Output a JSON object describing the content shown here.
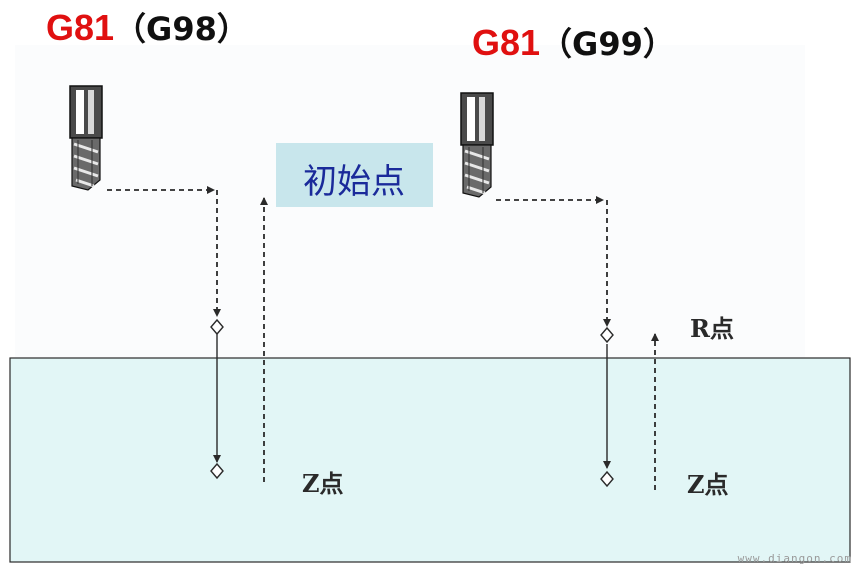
{
  "left_title": {
    "code": "G81",
    "mode": "（G98）"
  },
  "right_title": {
    "code": "G81",
    "mode": "（G99）"
  },
  "labels": {
    "initial_point": "初始点",
    "r_point": "R点",
    "z_point_left": "Z点",
    "z_point_right": "Z点"
  },
  "watermark": "www.diangon.com",
  "colors": {
    "title_code": "#e01010",
    "title_paren": "#101010",
    "workpiece_fill": "#e2f6f6",
    "initial_box_fill": "#c8e6ec",
    "initial_text": "#1a2a9a",
    "point_label": "#2a2a2a",
    "path_line": "#2a2a2a",
    "watermark": "#9a9a9a"
  },
  "icons": [
    "end-mill-tool-icon",
    "point-marker-icon"
  ]
}
